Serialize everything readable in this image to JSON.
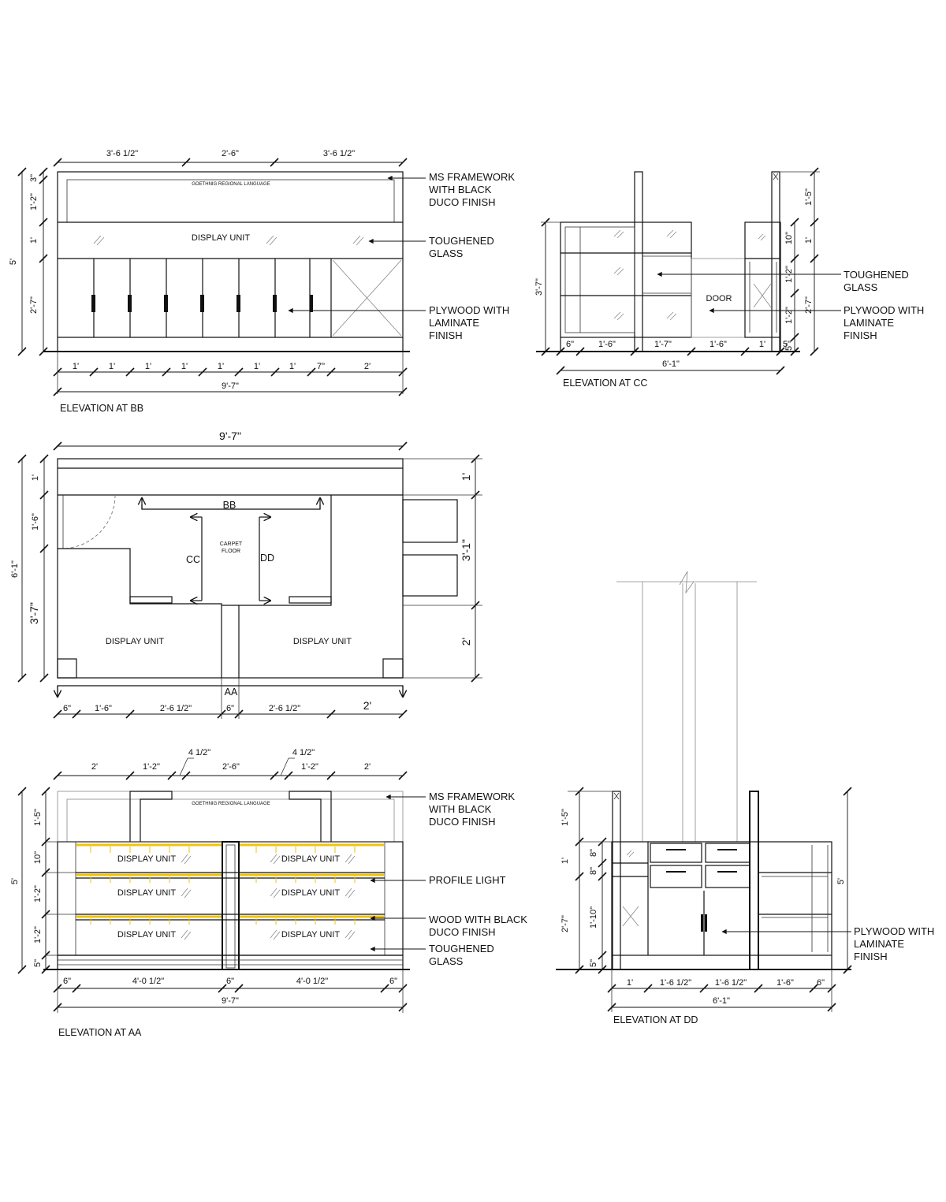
{
  "views": {
    "bb": {
      "title": "ELEVATION AT BB",
      "top_dims": [
        "3'-6 1/2\"",
        "2'-6\"",
        "3'-6 1/2\""
      ],
      "left_dims": [
        "3\"",
        "1'-2\"",
        "1'",
        "2'-7\""
      ],
      "overall_height": "5'",
      "bottom_dims": [
        "1'",
        "1'",
        "1'",
        "1'",
        "1'",
        "1'",
        "1'",
        "7\"",
        "2'"
      ],
      "overall_width": "9'-7\"",
      "signage": "GOETHNIG REGIONAL LANGUAGE",
      "unit_label": "DISPLAY UNIT",
      "callouts": [
        "MS FRAMEWORK\nWITH BLACK\nDUCO FINISH",
        "TOUGHENED\nGLASS",
        "PLYWOOD WITH\nLAMINATE\nFINISH"
      ]
    },
    "cc": {
      "title": "ELEVATION AT CC",
      "door_label": "DOOR",
      "left_dim": "3'-7\"",
      "right_dims_outer": [
        "1'-5\"",
        "1'",
        "2'-7\""
      ],
      "right_dims_inner": [
        "10\"",
        "1'-2\"",
        "1'-2\"",
        "5\""
      ],
      "bottom_dims": [
        "6\"",
        "1'-6\"",
        "1'-7\"",
        "1'-6\"",
        "1'",
        "5\""
      ],
      "overall_width": "6'-1\"",
      "callouts": [
        "TOUGHENED\nGLASS",
        "PLYWOOD WITH\nLAMINATE\nFINISH"
      ]
    },
    "plan": {
      "top_dim": "9'-7\"",
      "left_dims": [
        "1'",
        "1'-6\"",
        "3'-7\""
      ],
      "left_overall": "6'-1\"",
      "right_dims": [
        "1'",
        "3'-1\"",
        "2'"
      ],
      "bottom_dims": [
        "6\"",
        "1'-6\"",
        "2'-6 1/2\"",
        "6\"",
        "2'-6 1/2\"",
        "2'"
      ],
      "section_labels": [
        "BB",
        "CC",
        "DD",
        "AA"
      ],
      "floor_label": "CARPET\nFLOOR",
      "unit_labels": [
        "DISPLAY UNIT",
        "DISPLAY UNIT"
      ]
    },
    "aa": {
      "title": "ELEVATION AT AA",
      "top_dims": [
        "2'",
        "1'-2\"",
        "2'-6\"",
        "1'-2\"",
        "2'"
      ],
      "top_small": [
        "4 1/2\"",
        "4 1/2\""
      ],
      "left_dims": [
        "1'-5\"",
        "10\"",
        "1'-2\"",
        "1'-2\"",
        "5\""
      ],
      "overall_height": "5'",
      "bottom_dims": [
        "6\"",
        "4'-0 1/2\"",
        "6\"",
        "4'-0 1/2\"",
        "6\""
      ],
      "overall_width": "9'-7\"",
      "signage": "GOETHNIG REGIONAL LANGUAGE",
      "unit_label": "DISPLAY UNIT",
      "callouts": [
        "MS FRAMEWORK\nWITH BLACK\nDUCO FINISH",
        "PROFILE LIGHT",
        "WOOD WITH BLACK\nDUCO FINISH",
        "TOUGHENED\nGLASS"
      ]
    },
    "dd": {
      "title": "ELEVATION AT DD",
      "left_outer": [
        "1'-5\"",
        "1'",
        "2'-7\""
      ],
      "left_inner": [
        "8\"",
        "8\"",
        "1'-10\"",
        "5\""
      ],
      "right_dim": "5'",
      "bottom_dims": [
        "1'",
        "1'-6 1/2\"",
        "1'-6 1/2\"",
        "1'-6\"",
        "6\""
      ],
      "overall_width": "6'-1\"",
      "callouts": [
        "PLYWOOD WITH\nLAMINATE\nFINISH"
      ]
    }
  },
  "colors": {
    "line": "#111111",
    "profile_light": "#f2c20a",
    "paper": "#ffffff"
  }
}
